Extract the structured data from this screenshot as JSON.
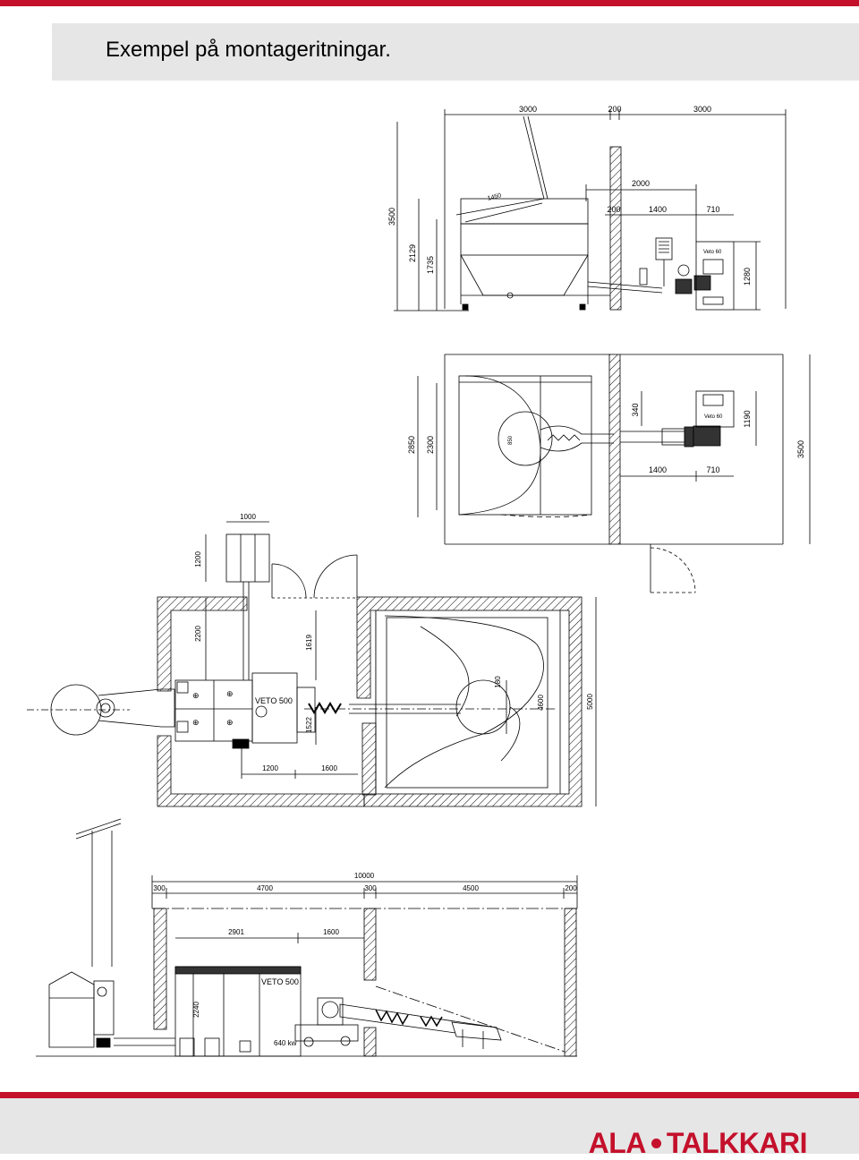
{
  "page": {
    "title": "Exempel på montageritningar.",
    "accent_color": "#c4102b",
    "background_band_color": "#e6e6e6"
  },
  "elevation_top": {
    "dim_top_left": "3000",
    "dim_top_mid": "200",
    "dim_top_right": "3000",
    "dim_2000": "2000",
    "dim_200": "200",
    "dim_1400": "1400",
    "dim_710": "710",
    "dim_1450": "1450",
    "dim_height_total": "3500",
    "dim_2129": "2129",
    "dim_1735": "1735",
    "dim_1280": "1280",
    "burner_label": "Veto 60"
  },
  "plan_top": {
    "dim_2850": "2850",
    "dim_2300": "2300",
    "dim_340": "340",
    "dim_1190": "1190",
    "dim_3500": "3500",
    "dim_1400": "1400",
    "dim_710": "710",
    "dim_850": "850",
    "burner_label": "Veto 60"
  },
  "plan_large": {
    "dim_1000": "1000",
    "dim_1200_vert": "1200",
    "dim_2200": "2200",
    "dim_1619": "1619",
    "dim_1522": "1522",
    "dim_180": "180",
    "dim_4600": "4600",
    "dim_5000": "5000",
    "dim_1200": "1200",
    "dim_1600": "1600",
    "boiler_label": "VETO 500"
  },
  "elevation_large": {
    "dim_total": "10000",
    "dim_300a": "300",
    "dim_4700": "4700",
    "dim_300b": "300",
    "dim_4500": "4500",
    "dim_200": "200",
    "dim_2901": "2901",
    "dim_1600": "1600",
    "dim_2240": "2240",
    "boiler_label": "VETO 500",
    "power_label": "640 kw"
  },
  "footer": {
    "logo_left": "ALA",
    "logo_right": "TALKKARI"
  }
}
